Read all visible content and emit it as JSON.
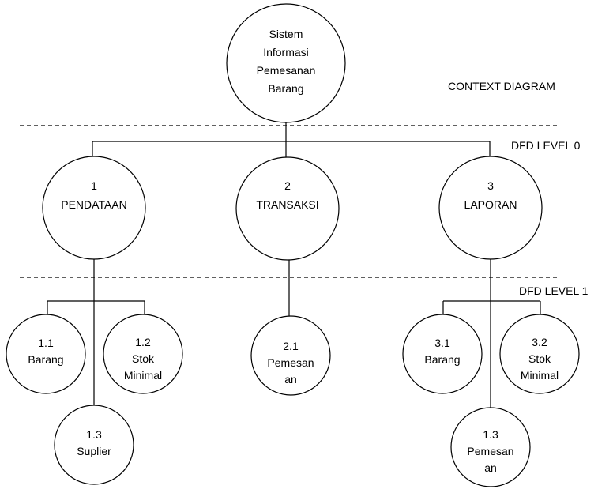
{
  "labels": {
    "context": "CONTEXT DIAGRAM",
    "level0": "DFD LEVEL 0",
    "level1": "DFD LEVEL 1"
  },
  "nodes": {
    "root": [
      "Sistem",
      "Informasi",
      "Pemesanan",
      "Barang"
    ],
    "p1": [
      "1",
      "PENDATAAN"
    ],
    "p2": [
      "2",
      "TRANSAKSI"
    ],
    "p3": [
      "3",
      "LAPORAN"
    ],
    "p1_1": [
      "1.1",
      "Barang"
    ],
    "p1_2": [
      "1.2",
      "Stok",
      "Minimal"
    ],
    "p1_3": [
      "1.3",
      "Suplier"
    ],
    "p2_1": [
      "2.1",
      "Pemesan",
      "an"
    ],
    "p3_1": [
      "3.1",
      "Barang"
    ],
    "p3_2": [
      "3.2",
      "Stok",
      "Minimal"
    ],
    "p3_3": [
      "1.3",
      "Pemesan",
      "an"
    ]
  }
}
